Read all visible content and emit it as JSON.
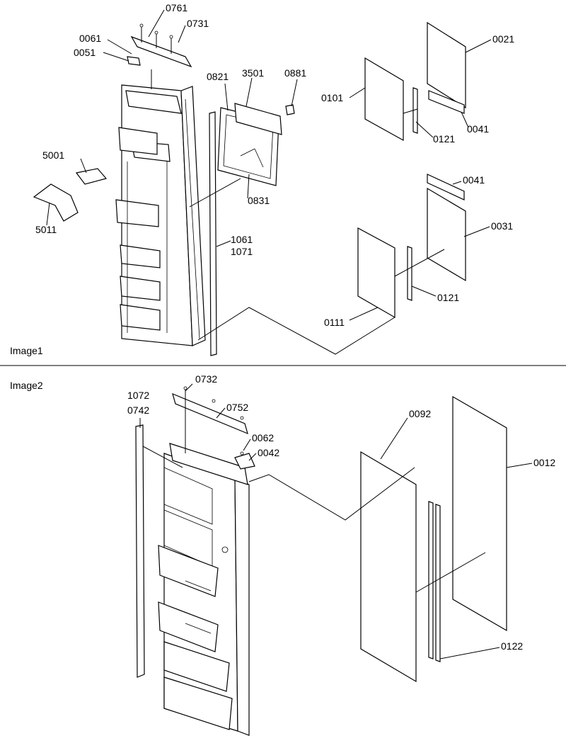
{
  "panels": [
    {
      "title": "Image1",
      "labels": [
        "0761",
        "0731",
        "0061",
        "0051",
        "0821",
        "3501",
        "0881",
        "0021",
        "0101",
        "0121",
        "0041",
        "5001",
        "5011",
        "0831",
        "0041",
        "0031",
        "1061",
        "1071",
        "0121",
        "0111"
      ]
    },
    {
      "title": "Image2",
      "labels": [
        "0732",
        "1072",
        "0742",
        "0752",
        "0062",
        "0042",
        "0092",
        "0012",
        "0122"
      ]
    }
  ]
}
